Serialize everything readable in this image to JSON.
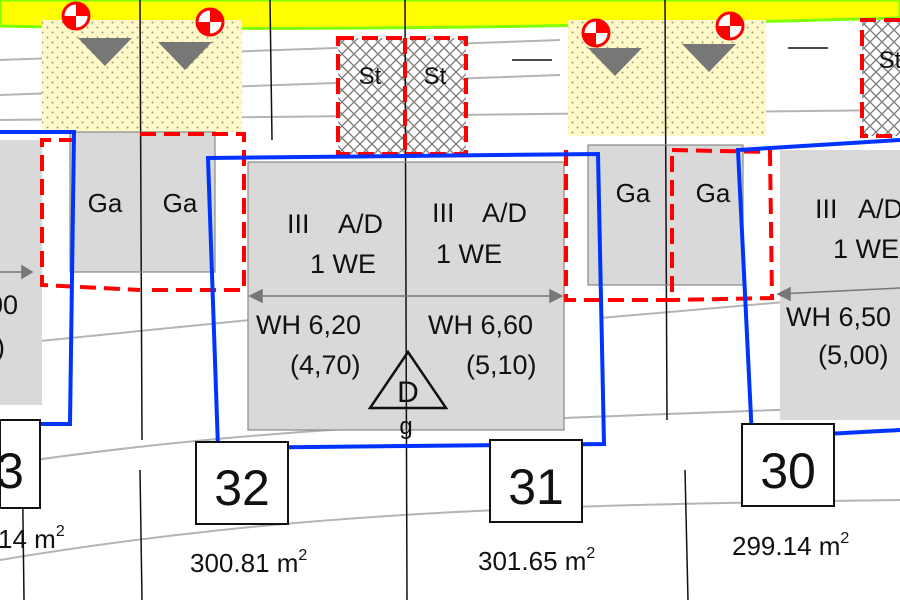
{
  "map": {
    "colors": {
      "road": "#ffff00",
      "road_edge": "#7fff00",
      "footprint": "#d9d9d9",
      "building_window": "#0033ff",
      "garage_zone": "#ff0000",
      "stipple_area": "#fff8c8",
      "parcel_line": "#b4b4b4",
      "line_black": "#111111"
    },
    "buildings": [
      {
        "storeys": "III",
        "roof": "A/D",
        "units": "1 WE",
        "height": "WH 6,20",
        "height_alt": "(4,70)"
      },
      {
        "storeys": "III",
        "roof": "A/D",
        "units": "1 WE",
        "height": "WH 6,60",
        "height_alt": "(5,10)"
      },
      {
        "storeys": "III",
        "roof": "A/D",
        "units": "1 WE",
        "height": "WH 6,50",
        "height_alt": "(5,00)"
      },
      {
        "height": "00",
        "height_alt": ")"
      }
    ],
    "garages": [
      "Ga",
      "Ga",
      "Ga",
      "Ga"
    ],
    "parking": [
      "St",
      "St",
      "St"
    ],
    "lots": [
      {
        "number": "3",
        "area": "14 m",
        "exp": "2"
      },
      {
        "number": "32",
        "area": "300.81 m",
        "exp": "2"
      },
      {
        "number": "31",
        "area": "301.65 m",
        "exp": "2"
      },
      {
        "number": "30",
        "area": "299.14 m",
        "exp": "2"
      }
    ],
    "symbol": {
      "triangle": "D",
      "below": "g"
    }
  }
}
